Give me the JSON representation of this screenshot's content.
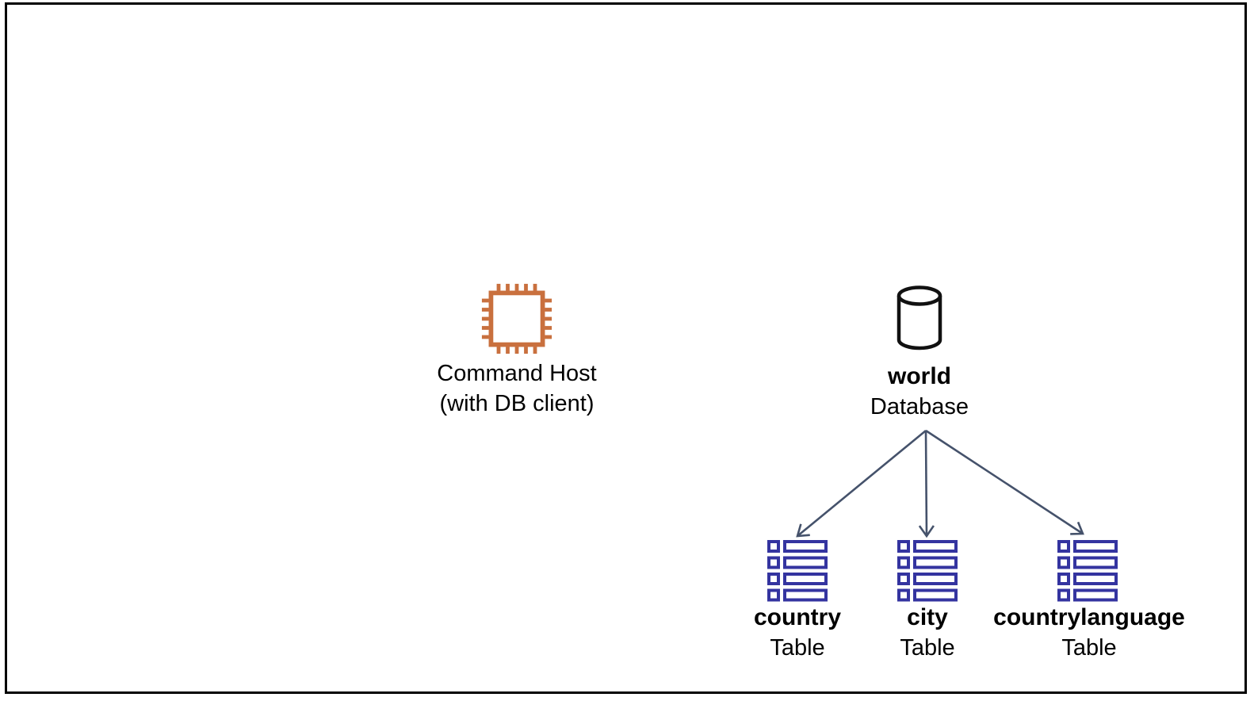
{
  "diagram": {
    "command_host": {
      "title": "Command Host",
      "subtitle": "(with DB client)"
    },
    "database": {
      "name": "world",
      "type_label": "Database"
    },
    "tables": [
      {
        "name": "country",
        "type_label": "Table"
      },
      {
        "name": "city",
        "type_label": "Table"
      },
      {
        "name": "countrylanguage",
        "type_label": "Table"
      }
    ],
    "icons": {
      "command_host": "chip-icon",
      "database": "database-cylinder-icon",
      "table": "table-rows-icon"
    },
    "colors": {
      "chip_icon": "#C9703E",
      "database_icon": "#111111",
      "table_icon": "#3434A0",
      "arrow": "#45526B",
      "border": "#000000",
      "text": "#000000"
    }
  }
}
